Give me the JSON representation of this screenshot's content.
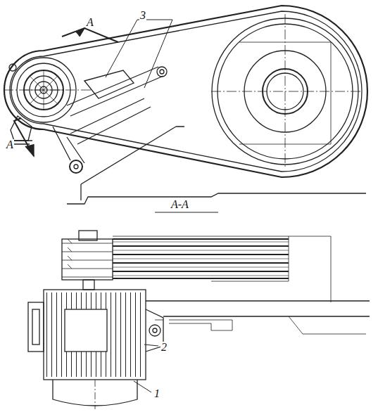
{
  "diagram": {
    "labels": [
      "3",
      "А",
      "А",
      "А-А",
      "2",
      "1"
    ]
  }
}
